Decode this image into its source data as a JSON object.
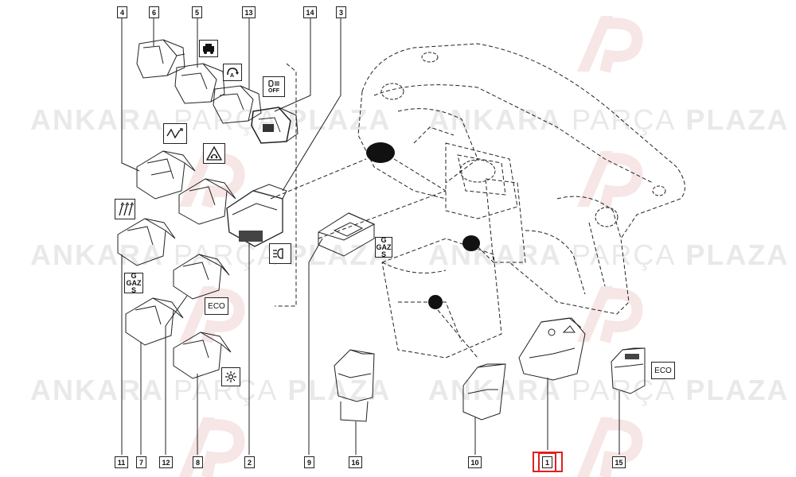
{
  "watermark": {
    "part1": "ANKARA",
    "part2": "PARÇA",
    "part3": "PLAZA"
  },
  "callouts": {
    "c4": "4",
    "c6": "6",
    "c5": "5",
    "c13": "13",
    "c14": "14",
    "c3": "3",
    "c11": "11",
    "c7": "7",
    "c12": "12",
    "c8": "8",
    "c2": "2",
    "c9": "9",
    "c16": "16",
    "c10": "10",
    "c1": "1",
    "c15": "15"
  },
  "symbols": {
    "off_label": "OFF",
    "eco_label_left": "ECO",
    "eco_label_right": "ECO",
    "gaz_left": [
      "G",
      "GAZ",
      "S"
    ],
    "gaz_center": [
      "G",
      "GAZ",
      "S"
    ]
  },
  "colors": {
    "line": "#222222",
    "highlight": "#e02020",
    "watermark": "#e9e9e9"
  }
}
